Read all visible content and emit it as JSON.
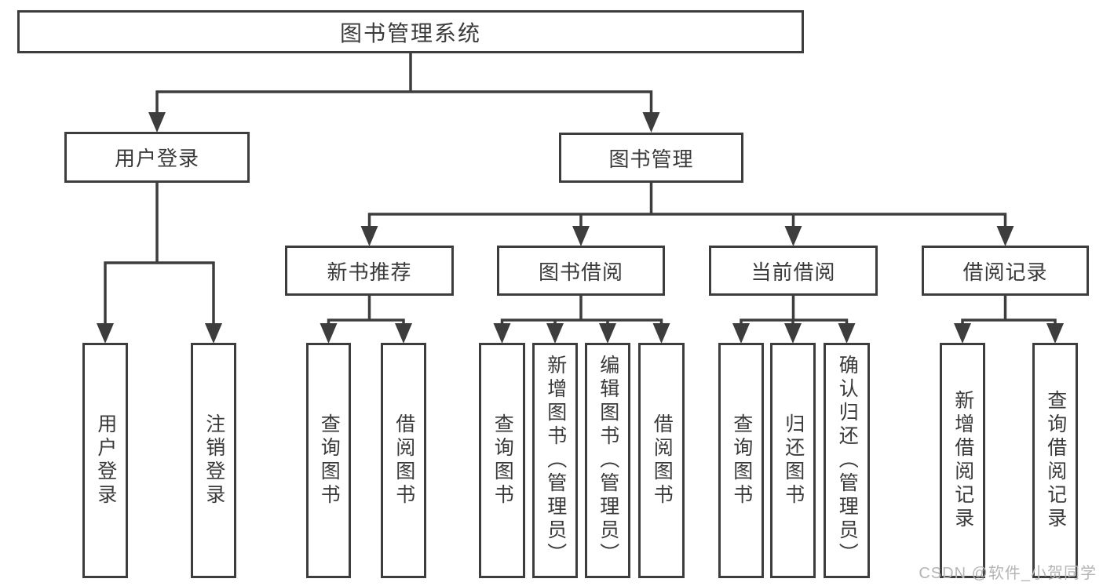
{
  "diagram": {
    "title": "图书管理系统",
    "root": "图书管理系统",
    "user_login": "用户登录",
    "book_mgmt": "图书管理",
    "new_book_rec": "新书推荐",
    "book_borrow": "图书借阅",
    "current_borrow": "当前借阅",
    "borrow_record": "借阅记录",
    "leaf_user_login": "用户登录",
    "leaf_logout": "注销登录",
    "leaf_nbr_query": "查询图书",
    "leaf_nbr_borrow": "借阅图书",
    "leaf_bb_query": "查询图书",
    "leaf_bb_add": "新增图书（管理员）",
    "leaf_bb_edit": "编辑图书（管理员）",
    "leaf_bb_borrow": "借阅图书",
    "leaf_cb_query": "查询图书",
    "leaf_cb_return": "归还图书",
    "leaf_cb_confirm": "确认归还（管理员）",
    "leaf_br_add": "新增借阅记录",
    "leaf_br_query": "查询借阅记录"
  },
  "watermark": "CSDN @软件_小贺同学",
  "colors": {
    "line": "#3d3d3d",
    "text": "#3a3a3a",
    "watermark_text": "#b5b5b5",
    "background": "#ffffff"
  }
}
